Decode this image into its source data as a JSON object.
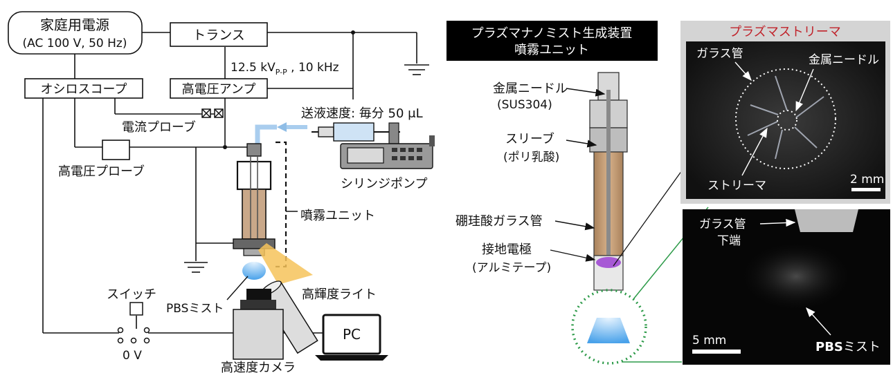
{
  "circuit": {
    "power_source_line1": "家庭用電源",
    "power_source_line2": "(AC 100 V, 50 Hz)",
    "transformer": "トランス",
    "voltage_base": "12.5 kV",
    "voltage_sub": "P-P",
    "voltage_rest": " , 10 kHz",
    "oscilloscope": "オシロスコープ",
    "hv_amp": "高電圧アンプ",
    "current_probe": "電流プローブ",
    "flow_rate": "送液速度: 毎分 50 μL",
    "hv_probe": "高電圧プローブ",
    "syringe_pump": "シリンジポンプ",
    "spray_unit": "噴霧ユニット",
    "switch": "スイッチ",
    "high_light": "高輝度ライト",
    "pbs_mist": "PBSミスト",
    "pc": "PC",
    "zero_v": "0 V",
    "camera": "高速度カメラ"
  },
  "device": {
    "title_line1": "プラズマナノミスト生成装置",
    "title_line2": "噴霧ユニット",
    "needle_line1": "金属ニードル",
    "needle_line2": "(SUS304)",
    "sleeve_line1": "スリーブ",
    "sleeve_line2": "(ポリ乳酸)",
    "glass_tube": "硼珪酸ガラス管",
    "ground_line1": "接地電極",
    "ground_line2": "(アルミテープ)"
  },
  "photos": {
    "streamer_title": "プラズマストリーマ",
    "glass_tube": "ガラス管",
    "metal_needle": "金属ニードル",
    "streamer": "ストリーマ",
    "scale_top": "2 mm",
    "tube_end_line1": "ガラス管",
    "tube_end_line2": "下端",
    "scale_bottom": "5 mm",
    "pbs_bold": "PBS",
    "pbs_rest": "ミスト"
  },
  "colors": {
    "title_red": "#c0222a",
    "mist_blue": "#59aef0",
    "sleeve_brown": "#c79a6c",
    "plasma_purple": "#9b3fd1",
    "zoom_green": "#2c9a48"
  }
}
